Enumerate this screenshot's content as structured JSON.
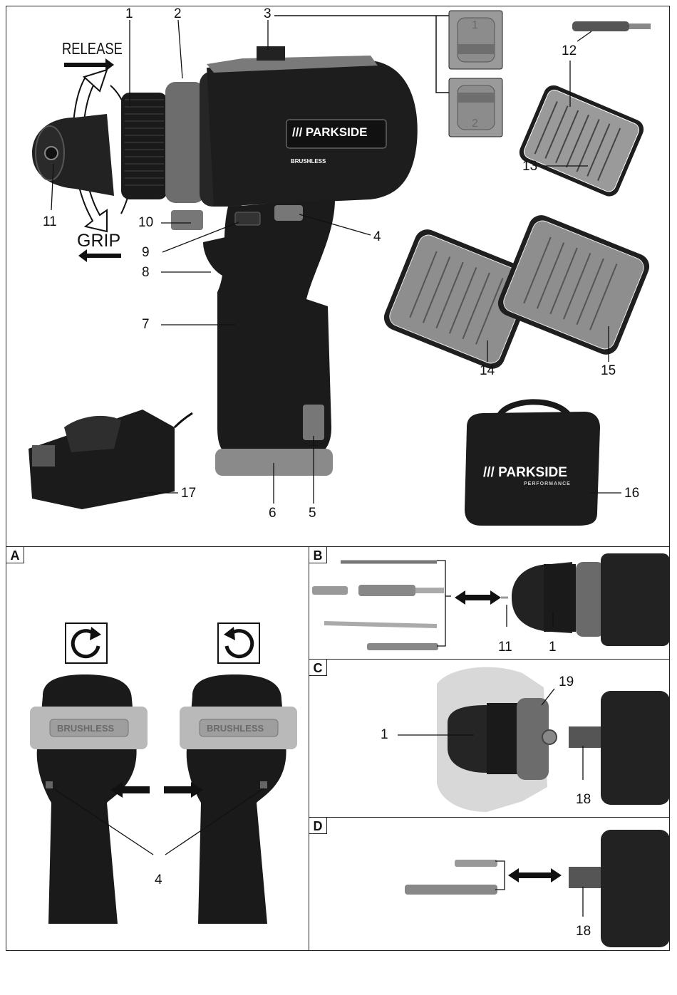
{
  "top": {
    "release_label": "RELEASE",
    "grip_label": "GRIP",
    "brand": "/// PARKSIDE",
    "brand_sub": "PERFORMANCE",
    "brushless": "BRUSHLESS",
    "callouts": [
      "1",
      "2",
      "3",
      "12",
      "13",
      "11",
      "10",
      "4",
      "9",
      "8",
      "7",
      "14",
      "15",
      "16",
      "17",
      "6",
      "5"
    ],
    "switch_positions": [
      "1",
      "2"
    ]
  },
  "panel_a": {
    "letter": "A",
    "callout": "4",
    "brushless": "BRUSHLESS"
  },
  "panel_b": {
    "letter": "B",
    "callout_11": "11",
    "callout_1": "1"
  },
  "panel_c": {
    "letter": "C",
    "callout_1": "1",
    "callout_19": "19",
    "callout_18": "18"
  },
  "panel_d": {
    "letter": "D",
    "callout_18": "18"
  },
  "colors": {
    "tool_dark": "#1c1c1c",
    "tool_grey": "#7a7a7a",
    "outline": "#222222"
  }
}
